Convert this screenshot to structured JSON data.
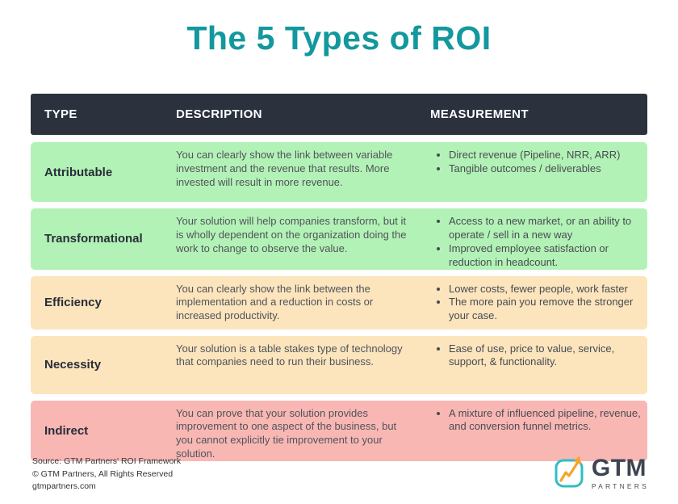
{
  "title": "The 5 Types of ROI",
  "colors": {
    "title_teal": "#12989d",
    "header_bg": "#2b323e",
    "green_row": "#b3f2b6",
    "peach_row": "#fce4bd",
    "pink_row": "#f9b7b4",
    "logo_teal": "#2fbdc5",
    "logo_orange": "#f5a42c"
  },
  "table": {
    "headers": {
      "type": "TYPE",
      "description": "DESCRIPTION",
      "measurement": "MEASUREMENT"
    },
    "rows": [
      {
        "type": "Attributable",
        "color": "#b3f2b6",
        "description": "You can clearly show the link between variable investment and the revenue that results. More invested will result in more revenue.",
        "measurements": [
          "Direct revenue (Pipeline, NRR, ARR)",
          "Tangible outcomes / deliverables"
        ]
      },
      {
        "type": "Transformational",
        "color": "#b3f2b6",
        "description": "Your solution will help companies transform, but it is wholly dependent on the organization doing the work to change to observe the value.",
        "measurements": [
          "Access to a new market, or an ability to operate / sell in a new way",
          "Improved employee satisfaction or reduction in headcount."
        ]
      },
      {
        "type": "Efficiency",
        "color": "#fce4bd",
        "description": "You can clearly show the link between the implementation and a reduction in costs or increased productivity.",
        "measurements": [
          "Lower costs, fewer people, work faster",
          "The more pain you remove the stronger your case."
        ]
      },
      {
        "type": "Necessity",
        "color": "#fce4bd",
        "description": "Your solution is a table stakes type of technology that companies need to run their business.",
        "measurements": [
          "Ease of use, price to value, service, support, & functionality."
        ]
      },
      {
        "type": "Indirect",
        "color": "#f9b7b4",
        "description": "You can prove that your solution provides improvement to one aspect of the business, but you cannot explicitly tie improvement to your solution.",
        "measurements": [
          "A mixture of influenced pipeline, revenue, and conversion funnel metrics."
        ]
      }
    ]
  },
  "footer": {
    "source": "Source: GTM Partners' ROI Framework",
    "copyright": "© GTM Partners, All Rights Reserved",
    "website": "gtmpartners.com"
  },
  "logo": {
    "name": "GTM",
    "subname": "PARTNERS"
  }
}
